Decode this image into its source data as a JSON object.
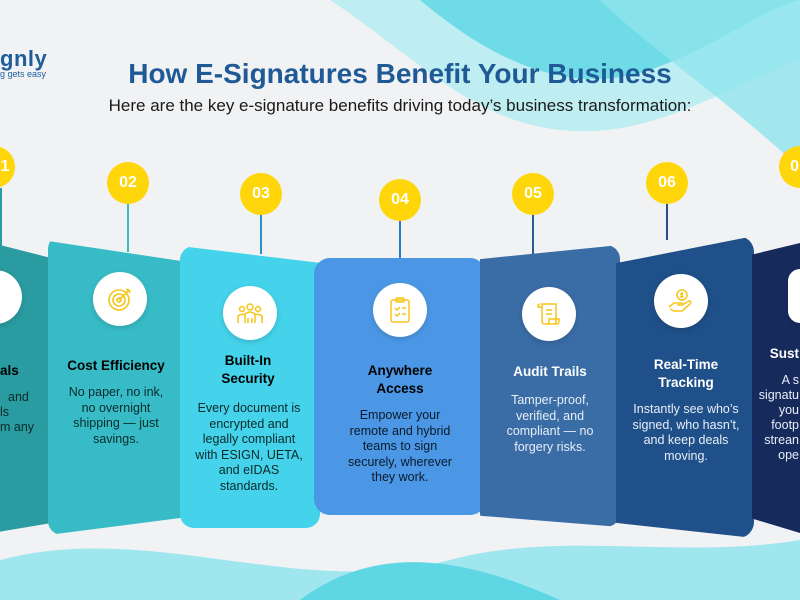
{
  "logo": {
    "name": "gnly",
    "tagline": "g gets easy"
  },
  "header": {
    "title": "How E-Signatures Benefit Your Business",
    "subtitle": "Here are the key e-signature benefits driving today’s business transformation:"
  },
  "colors": {
    "pin": "#ffd60a",
    "title": "#1f5a96",
    "icon": "#f5c518"
  },
  "cards": [
    {
      "number": "1",
      "title_fragment": "als",
      "desc_fragments": [
        "and",
        "ls",
        "m any"
      ],
      "color": "#2a9ba1",
      "icon": "partial-icon"
    },
    {
      "number": "02",
      "title": "Cost Efficiency",
      "desc": "No paper, no ink, no overnight shipping — just savings.",
      "color": "#37bcc7",
      "icon": "target-icon"
    },
    {
      "number": "03",
      "title": "Built-In Security",
      "desc": "Every document is encrypted and legally compliant with ESIGN, UETA, and eIDAS standards.",
      "color": "#44d3ea",
      "icon": "team-icon"
    },
    {
      "number": "04",
      "title": "Anywhere Access",
      "desc": "Empower your remote and hybrid teams to sign securely, wherever they work.",
      "color": "#4b97e6",
      "icon": "clipboard-icon"
    },
    {
      "number": "05",
      "title": "Audit Trails",
      "desc": "Tamper-proof, verified, and compliant — no forgery risks.",
      "color": "#3a6da6",
      "icon": "scroll-icon"
    },
    {
      "number": "06",
      "title": "Real-Time Tracking",
      "desc": "Instantly see who’s signed, who hasn’t, and keep deals moving.",
      "color": "#1f5089",
      "icon": "money-hand-icon"
    },
    {
      "number": "0",
      "title_fragment": "Sust",
      "desc_fragments": [
        "A s",
        "signatu",
        "you",
        "footp",
        "strean",
        "ope"
      ],
      "color": "#172a5c",
      "icon": "partial-icon"
    }
  ]
}
